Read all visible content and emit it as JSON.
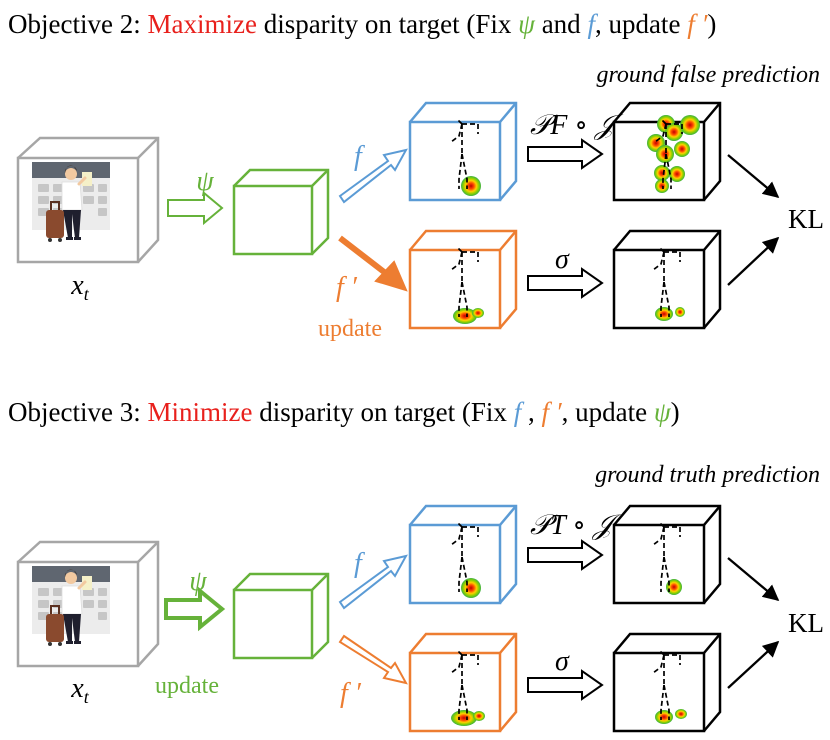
{
  "colors": {
    "red": "#e8201c",
    "green": "#66b23a",
    "blue": "#5b9bd5",
    "orange": "#ed7d31",
    "black": "#000000",
    "gray": "#a6a6a6"
  },
  "icons": {
    "input": "traveler-at-departure-board-icon",
    "heatmap": "keypoint-heatmap-icon",
    "skeleton": "stick-figure-skeleton-icon"
  },
  "objective2": {
    "prefix": "Objective 2: ",
    "keyword": "Maximize",
    "middle": " disparity on target (Fix ",
    "psi": "ψ",
    "and": " and ",
    "f": "f",
    "comma": ", update ",
    "fprime": "f ′",
    "close": ")",
    "note": "ground false prediction",
    "projection": "𝒫F ∘ 𝒥",
    "sigma": "σ",
    "input_label": "xt",
    "encoder_label": "ψ",
    "head_f_label": "f",
    "head_fprime_label": "f ′",
    "update_label": "update",
    "kl_label": "KL"
  },
  "objective3": {
    "prefix": "Objective 3: ",
    "keyword": "Minimize",
    "middle": " disparity on target (Fix ",
    "f": "f",
    "comma1": " , ",
    "fprime": "f ′",
    "comma2": ", update ",
    "psi": "ψ",
    "close": ")",
    "note": "ground truth prediction",
    "projection": "𝒫T ∘ 𝒥",
    "sigma": "σ",
    "input_label": "xt",
    "encoder_label": "ψ",
    "update_label": "update",
    "head_f_label": "f",
    "head_fprime_label": "f ′",
    "kl_label": "KL"
  }
}
